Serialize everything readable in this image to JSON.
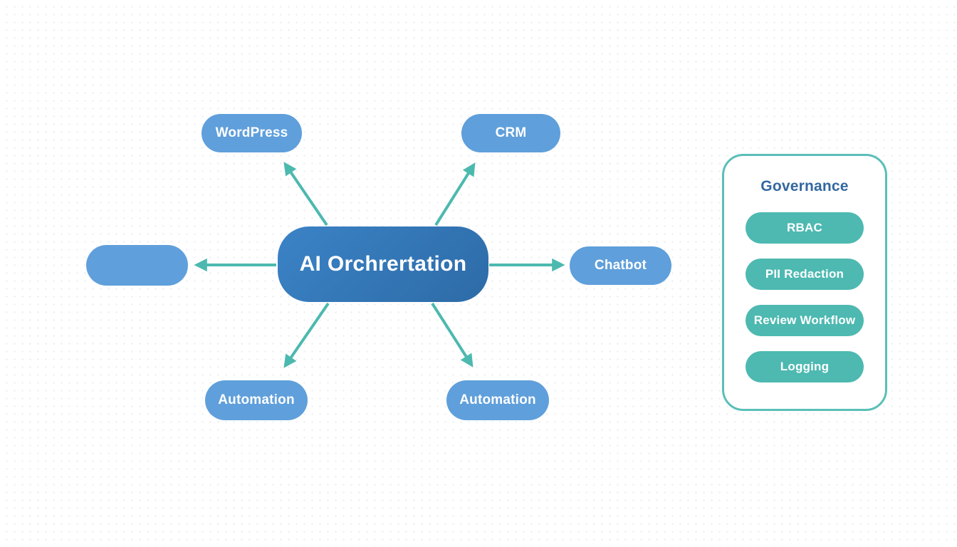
{
  "colors": {
    "background": "#ffffff",
    "dot": "#e9ebf0",
    "center_gradient_start": "#3b83c6",
    "center_gradient_end": "#2d6ba7",
    "node_blue": "#5f9fdb",
    "arrow_teal": "#4cb9af",
    "pill_teal": "#4db9b1",
    "governance_border": "#5abfb8",
    "governance_title_color": "#34689f",
    "node_text": "#ffffff"
  },
  "diagram": {
    "center_node": {
      "label": "AI Orchrertation"
    },
    "nodes": {
      "wordpress": {
        "label": "WordPress"
      },
      "crm": {
        "label": "CRM"
      },
      "left_blank": {
        "label": ""
      },
      "chatbot": {
        "label": "Chatbot"
      },
      "automation_left": {
        "label": "Automation"
      },
      "automation_right": {
        "label": "Automation"
      }
    },
    "arrows": [
      {
        "from": "center",
        "to": "wordpress"
      },
      {
        "from": "center",
        "to": "crm"
      },
      {
        "from": "center",
        "to": "left_blank"
      },
      {
        "from": "center",
        "to": "chatbot"
      },
      {
        "from": "center",
        "to": "automation_left"
      },
      {
        "from": "center",
        "to": "automation_right"
      }
    ]
  },
  "governance": {
    "title": "Governance",
    "items": [
      {
        "label": "RBAC"
      },
      {
        "label": "PII Redaction"
      },
      {
        "label": "Review Workflow"
      },
      {
        "label": "Logging"
      }
    ]
  }
}
